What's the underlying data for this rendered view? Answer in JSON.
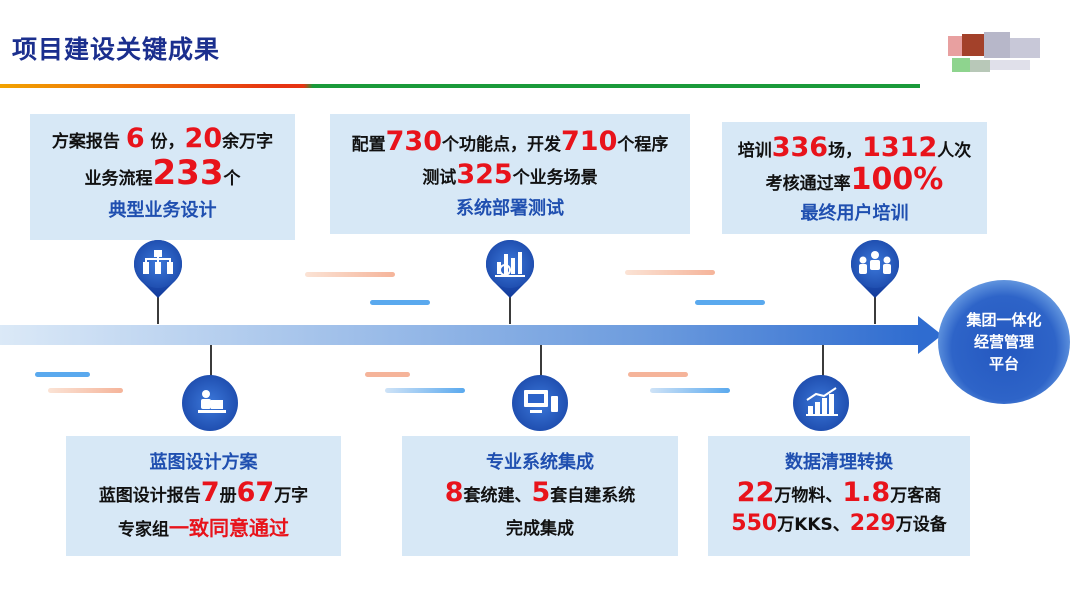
{
  "title": "项目建设关键成果",
  "top_items": [
    {
      "line1": {
        "a": "方案报告 ",
        "b": "6",
        "c": " 份，",
        "d": "20",
        "e": "余万字"
      },
      "line2": {
        "a": "业务流程",
        "b": "233",
        "c": "个"
      },
      "heading": "典型业务设计",
      "icon": "org-chart-icon"
    },
    {
      "line1": {
        "a": "配置",
        "b": "730",
        "c": "个功能点，开发",
        "d": "710",
        "e": "个程序"
      },
      "line2": {
        "a": "测试",
        "b": "325",
        "c": "个业务场景"
      },
      "heading": "系统部署测试",
      "icon": "bar-chart-magnifier-icon"
    },
    {
      "line1": {
        "a": "培训",
        "b": "336",
        "c": "场，",
        "d": "1312",
        "e": "人次"
      },
      "line2": {
        "a": "考核通过率",
        "b": "100%",
        "c": ""
      },
      "heading": "最终用户培训",
      "icon": "meeting-people-icon"
    }
  ],
  "bottom_items": [
    {
      "heading": "蓝图设计方案",
      "line1": {
        "a": "蓝图设计报告",
        "b": "7",
        "c": "册",
        "d": "67",
        "e": "万字"
      },
      "line2": {
        "a": "专家组",
        "b": "一致同意通过"
      },
      "icon": "person-laptop-icon"
    },
    {
      "heading": "专业系统集成",
      "line1": {
        "a": "8",
        "b": "套统建、",
        "c": "5",
        "d": "套自建系统"
      },
      "line2": {
        "a": "完成集成"
      },
      "icon": "computer-phone-icon"
    },
    {
      "heading": "数据清理转换",
      "line1": {
        "a": "22",
        "b": "万物料、",
        "c": "1.8",
        "d": "万客商"
      },
      "line2": {
        "a": "550",
        "b": "万KKS、",
        "c": "229",
        "d": "万设备"
      },
      "icon": "rising-chart-icon"
    }
  ],
  "platform": {
    "line1": "集团一体化",
    "line2": "经营管理",
    "line3": "平台"
  },
  "colors": {
    "accent_red": "#e8131b",
    "brand_blue": "#1f4fb0",
    "title_blue": "#1b2f8e",
    "box_bg": "#d7e8f6"
  }
}
